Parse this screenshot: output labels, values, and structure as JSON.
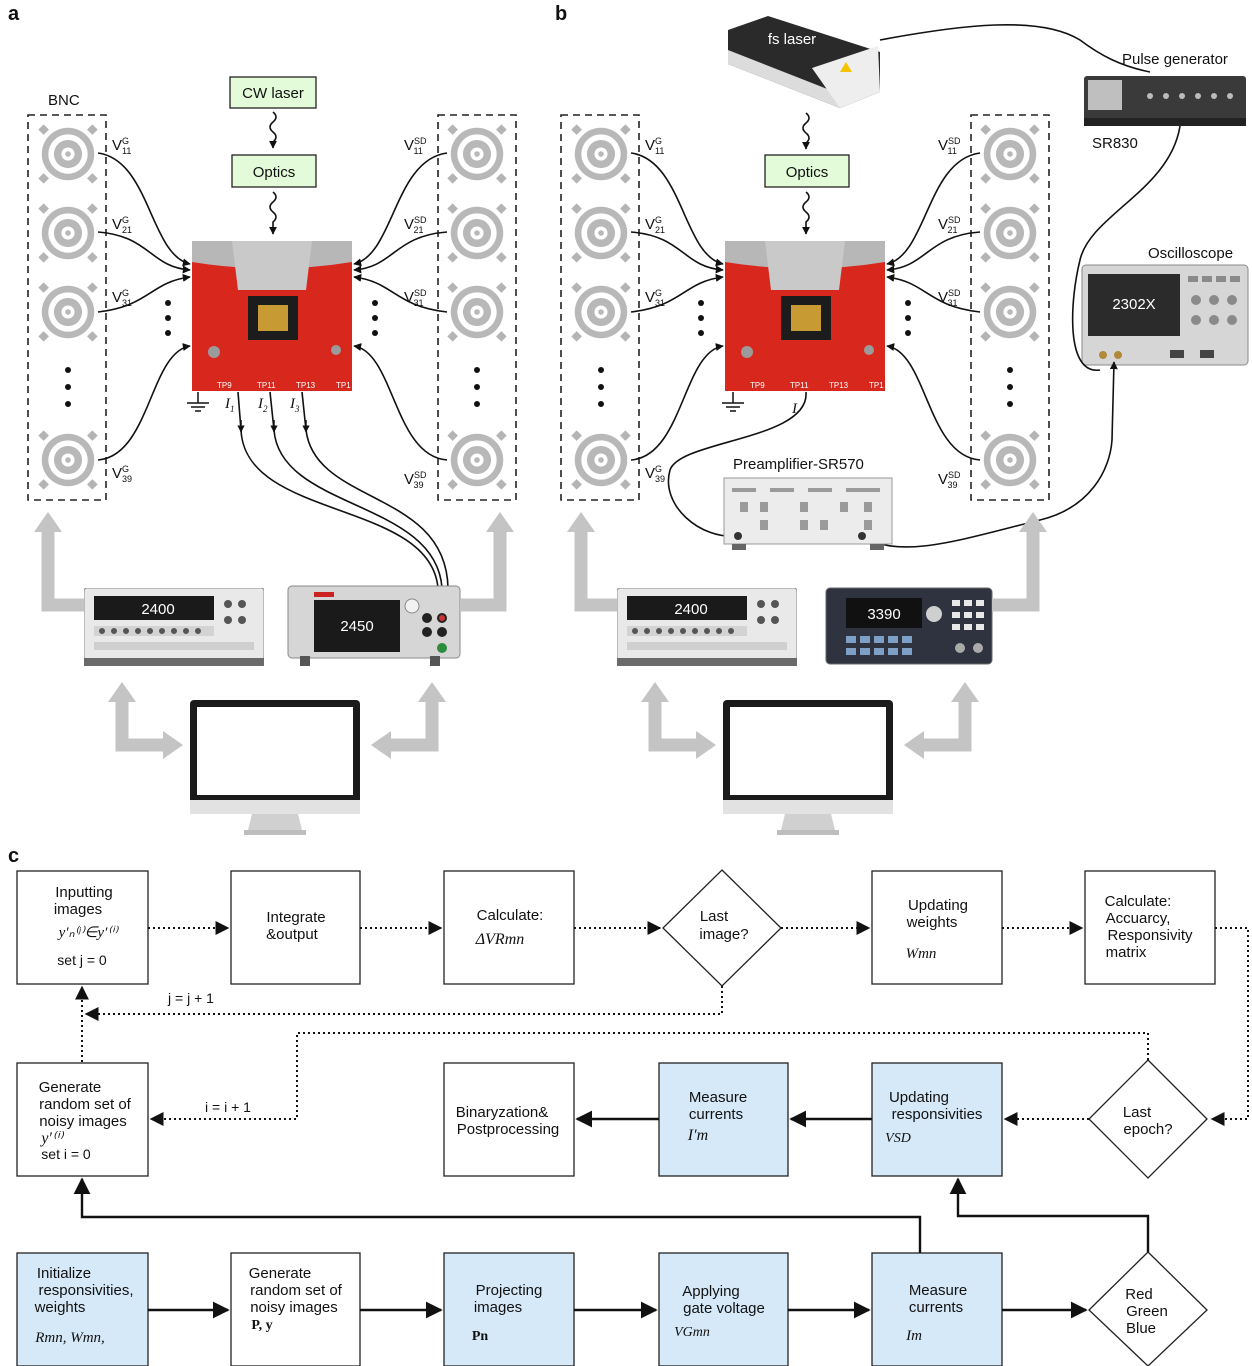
{
  "panels": {
    "a": "a",
    "b": "b",
    "c": "c"
  },
  "panel_a": {
    "bnc_label": "BNC",
    "cw_laser": "CW laser",
    "optics": "Optics",
    "gate_voltages": [
      "V",
      "V",
      "V",
      "V"
    ],
    "gate_sup": "G",
    "gate_subs": [
      "11",
      "21",
      "31",
      "39"
    ],
    "sd_sup": "SD",
    "sd_subs": [
      "11",
      "21",
      "31",
      "39"
    ],
    "currents": [
      "I",
      "I",
      "I"
    ],
    "current_subs": [
      "1",
      "2",
      "3"
    ],
    "chip_labels": [
      "TP9",
      "TP11",
      "TP13",
      "TP1"
    ],
    "instrument_left": "2400",
    "instrument_right": "2450"
  },
  "panel_b": {
    "fs_laser": "fs laser",
    "optics": "Optics",
    "pulse_generator": "Pulse generator",
    "sr830": "SR830",
    "oscilloscope": "Oscilloscope",
    "oscilloscope_display": "2302X",
    "preamplifier": "Preamplifier-SR570",
    "current": "I",
    "instrument_left": "2400",
    "instrument_right": "3390"
  },
  "panel_c": {
    "row1": {
      "inputting_images": {
        "line1": "Inputting",
        "line2": "images",
        "formula": "y′ₙ⁽ʲ⁾∈y′⁽ⁱ⁾",
        "set": "set  j = 0"
      },
      "integrate": {
        "line1": "Integrate",
        "line2": "&output"
      },
      "calculate": {
        "line1": "Calculate:",
        "formula": "ΔVRmn"
      },
      "last_image": {
        "line1": "Last",
        "line2": "image?"
      },
      "updating_weights": {
        "line1": "Updating",
        "line2": "weights",
        "formula": "Wmn"
      },
      "calc_accuracy": {
        "line1": "Calculate:",
        "line2": "Accuarcy,",
        "line3": "Responsivity",
        "line4": "matrix"
      }
    },
    "j_increment": "j = j + 1",
    "i_increment": "i = i + 1",
    "row2": {
      "generate_random": {
        "line1": "Generate",
        "line2": "random set of",
        "line3": "noisy images",
        "formula": "y′⁽ⁱ⁾",
        "set": "set  i = 0"
      },
      "binaryzation": {
        "line1": "Binaryzation&",
        "line2": "Postprocessing"
      },
      "measure_currents": {
        "line1": "Measure",
        "line2": "currents",
        "formula": "I′m"
      },
      "updating_resp": {
        "line1": "Updating",
        "line2": "responsivities",
        "formula": "VSD"
      },
      "last_epoch": {
        "line1": "Last",
        "line2": "epoch?"
      }
    },
    "row3": {
      "initialize": {
        "line1": "Initialize",
        "line2": "responsivities,",
        "line3": "weights",
        "formula": "Rmn, Wmn,"
      },
      "generate_set": {
        "line1": "Generate",
        "line2": "random set of",
        "line3": "noisy images",
        "formula": "P, y"
      },
      "projecting": {
        "line1": "Projecting",
        "line2": "images",
        "formula": "Pn"
      },
      "applying_gate": {
        "line1": "Applying",
        "line2": "gate voltage",
        "formula": "VGmn"
      },
      "measure_currents": {
        "line1": "Measure",
        "line2": "currents",
        "formula": "Im"
      },
      "rgb": {
        "line1": "Red",
        "line2": "Green",
        "line3": "Blue"
      }
    }
  },
  "colors": {
    "blue_box": "#d6e9f8",
    "green_box": "#e3fbd9",
    "chip_red": "#d8281e",
    "gray_arrow": "#c4c4c4"
  }
}
